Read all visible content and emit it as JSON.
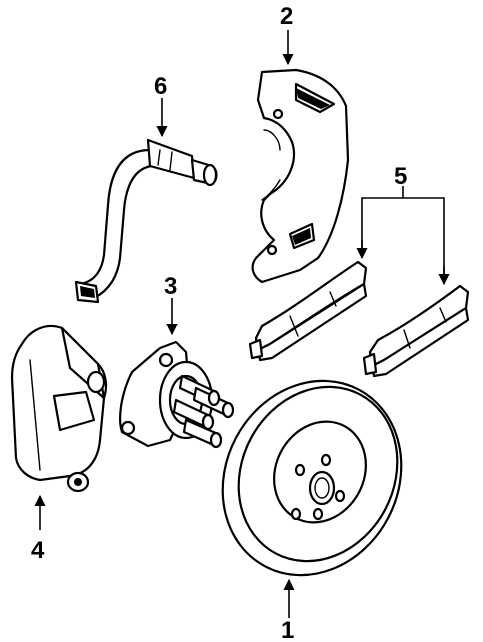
{
  "callouts": {
    "1": "1",
    "2": "2",
    "3": "3",
    "4": "4",
    "5": "5",
    "6": "6"
  }
}
